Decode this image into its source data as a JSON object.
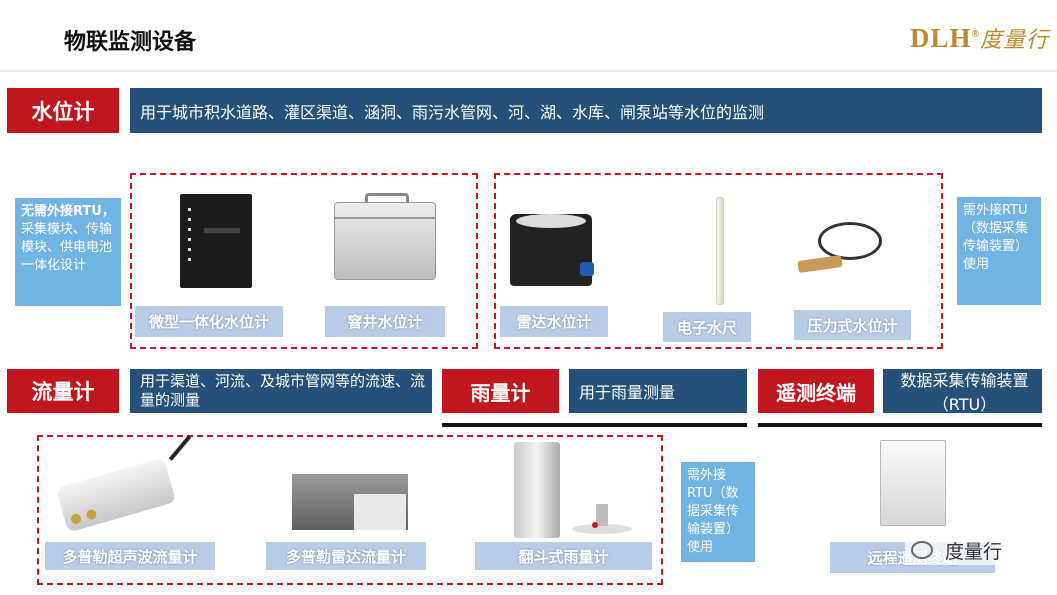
{
  "page": {
    "title": "物联监测设备",
    "brand": {
      "latin": "DLH",
      "mark": "®",
      "cn": "度量行"
    }
  },
  "water_level": {
    "heading": "水位计",
    "description": "用于城市积水道路、灌区渠道、涵洞、雨污水管网、河、湖、水库、闸泵站等水位的监测",
    "left_note": {
      "bold": "无需外接RTU，",
      "text": "采集模块、传输模块、供电电池一体化设计"
    },
    "right_note": "需外接RTU（数据采集传输装置）使用",
    "products": [
      "微型一体化水位计",
      "窨井水位计",
      "雷达水位计",
      "电子水尺",
      "压力式水位计"
    ]
  },
  "flow": {
    "heading": "流量计",
    "description": "用于渠道、河流、及城市管网等的流速、流量的测量",
    "products": [
      "多普勒超声波流量计",
      "多普勒雷达流量计"
    ]
  },
  "rain": {
    "heading": "雨量计",
    "description": "用于雨量测量",
    "products": [
      "翻斗式雨量计"
    ],
    "note": "需外接RTU（数据采集传输装置）使用"
  },
  "terminal": {
    "heading": "遥测终端",
    "description": "数据采集传输装置（RTU）",
    "products": [
      "远程遥测终端"
    ]
  },
  "watermark": {
    "text": "度量行"
  }
}
